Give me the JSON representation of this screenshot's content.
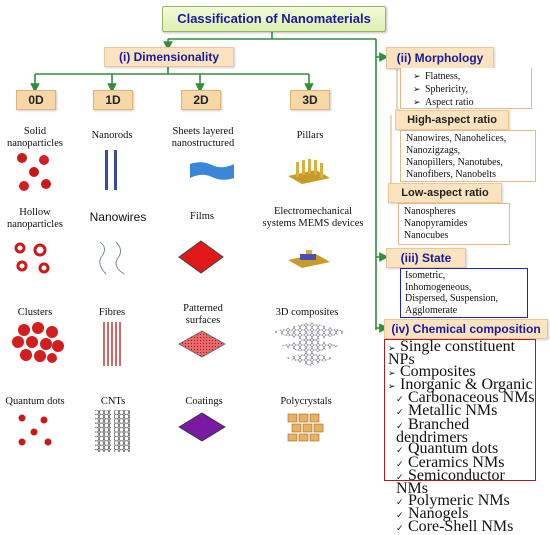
{
  "title": "Classification of Nanomaterials",
  "dimensionality": {
    "header": "(i) Dimensionality",
    "columns": [
      {
        "label": "0D",
        "items": [
          "Solid nanoparticles",
          "Hollow nanoparticles",
          "Clusters",
          "Quantum dots"
        ]
      },
      {
        "label": "1D",
        "items": [
          "Nanorods",
          "Nanowires",
          "Fibres",
          "CNTs"
        ]
      },
      {
        "label": "2D",
        "items": [
          "Sheets layered nanostructured",
          "Films",
          "Patterned surfaces",
          "Coatings"
        ]
      },
      {
        "label": "3D",
        "items": [
          "Pillars",
          "Electromechanical systems MEMS devices",
          "3D composites",
          "Polycrystals"
        ]
      }
    ]
  },
  "morphology": {
    "header": "(ii) Morphology",
    "items": [
      "Flatness,",
      "Sphericity,",
      "Aspect ratio"
    ],
    "high": {
      "header": "High-aspect ratio",
      "lines": [
        "Nanowires, Nanohelices,",
        "Nanozigzags,",
        "Nanopillers, Nanotubes,",
        "Nanofibers, Nanobelts"
      ]
    },
    "low": {
      "header": "Low-aspect ratio",
      "lines": [
        "Nanospheres",
        "Nanopyramides",
        "Nanocubes"
      ]
    }
  },
  "state": {
    "header": "(iii) State",
    "lines": [
      "Isometric,",
      "Inhomogeneous,",
      "Dispersed, Suspension,",
      "Agglomerate"
    ]
  },
  "chemical": {
    "header": "(iv) Chemical composition",
    "items": [
      "Single constituent NPs",
      "Composites",
      "Inorganic & Organic",
      "Carbonaceous NMs",
      "Metallic NMs",
      "Branched dendrimers",
      "Quantum  dots",
      "Ceramics NMs",
      "Semiconductor  NMs",
      "Polymeric NMs",
      "Nanogels",
      "Core-Shell NMs"
    ]
  },
  "colors": {
    "connector": "#2f8f3a",
    "accent_blue": "#1a1aa0",
    "state_border": "#1a24b8",
    "chem_border": "#b11a1a"
  }
}
